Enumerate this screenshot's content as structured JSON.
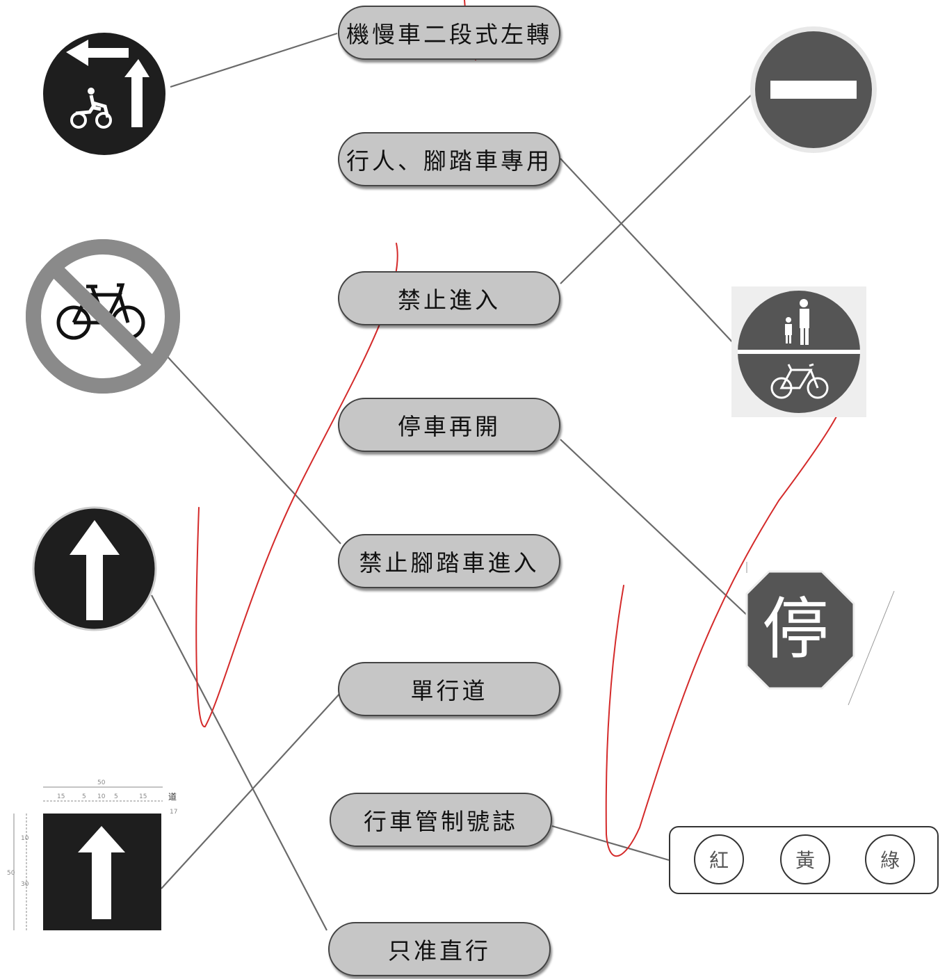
{
  "labels": {
    "moto_two_stage_left": "機慢車二段式左轉",
    "ped_bike_only": "行人、腳踏車專用",
    "no_entry": "禁止進入",
    "stop_then_go": "停車再開",
    "no_bicycles": "禁止腳踏車進入",
    "one_way": "單行道",
    "traffic_signal": "行車管制號誌",
    "straight_only": "只准直行"
  },
  "stop_sign_text": "停",
  "traffic_lights": {
    "red": "紅",
    "yellow": "黃",
    "green": "綠"
  },
  "dimensions": {
    "top_total": "50",
    "top_parts": [
      "15",
      "5",
      "10",
      "5",
      "15"
    ],
    "side_total": "50",
    "side_parts": [
      "10",
      "30"
    ],
    "right_label": "道",
    "right_value": "17"
  },
  "colors": {
    "sign_dark": "#1e1e1e",
    "pill_fill": "#c6c6c6",
    "red_ink": "#d42a2a"
  }
}
